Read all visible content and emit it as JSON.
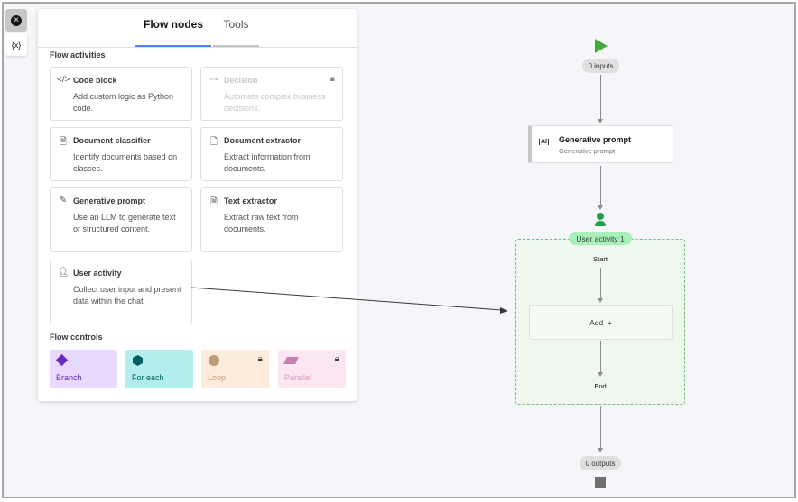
{
  "sidebar": {
    "close_label": "×",
    "variables_label": "{x}"
  },
  "tabs": [
    {
      "label": "Flow nodes",
      "active": true
    },
    {
      "label": "Tools",
      "active": false
    }
  ],
  "flow_activities": {
    "title": "Flow activities",
    "items": [
      {
        "title": "Code block",
        "description": "Add custom logic as Python code.",
        "icon": "code-icon",
        "locked": false
      },
      {
        "title": "Decision",
        "description": "Automate complex business decisions.",
        "icon": "decision-icon",
        "locked": true
      },
      {
        "title": "Document classifier",
        "description": "Identify documents based on classes.",
        "icon": "document-classifier-icon",
        "locked": false
      },
      {
        "title": "Document extractor",
        "description": "Extract information from documents.",
        "icon": "document-extractor-icon",
        "locked": false
      },
      {
        "title": "Generative prompt",
        "description": "Use an LLM to generate text or structured content.",
        "icon": "pencil-icon",
        "locked": false
      },
      {
        "title": "Text extractor",
        "description": "Extract raw text from documents.",
        "icon": "text-extractor-icon",
        "locked": false
      },
      {
        "title": "User activity",
        "description": "Collect user input and present data within the chat.",
        "icon": "user-icon",
        "locked": false
      }
    ]
  },
  "flow_controls": {
    "title": "Flow controls",
    "items": [
      {
        "label": "Branch",
        "locked": false,
        "bg": "#e8daff",
        "fg": "#6929c4"
      },
      {
        "label": "For each",
        "locked": false,
        "bg": "#b3eeef",
        "fg": "#005d5d"
      },
      {
        "label": "Loop",
        "locked": true,
        "bg": "#fdebdc",
        "fg": "#c9a07f"
      },
      {
        "label": "Parallel",
        "locked": true,
        "bg": "#fbe6f1",
        "fg": "#d69cc0"
      }
    ]
  },
  "canvas": {
    "inputs_label": "0 inputs",
    "outputs_label": "0 outputs",
    "gen_node": {
      "title": "Generative prompt",
      "subtitle": "Generative prompt",
      "icon_text": "AI"
    },
    "group": {
      "label": "User activity 1",
      "start": "Start",
      "add": "Add  +",
      "end": "End"
    }
  },
  "colors": {
    "accent": "#4589ff",
    "start_green": "#42a93c",
    "group_bg": "#eef8ee",
    "group_border": "#6fbf6f"
  }
}
